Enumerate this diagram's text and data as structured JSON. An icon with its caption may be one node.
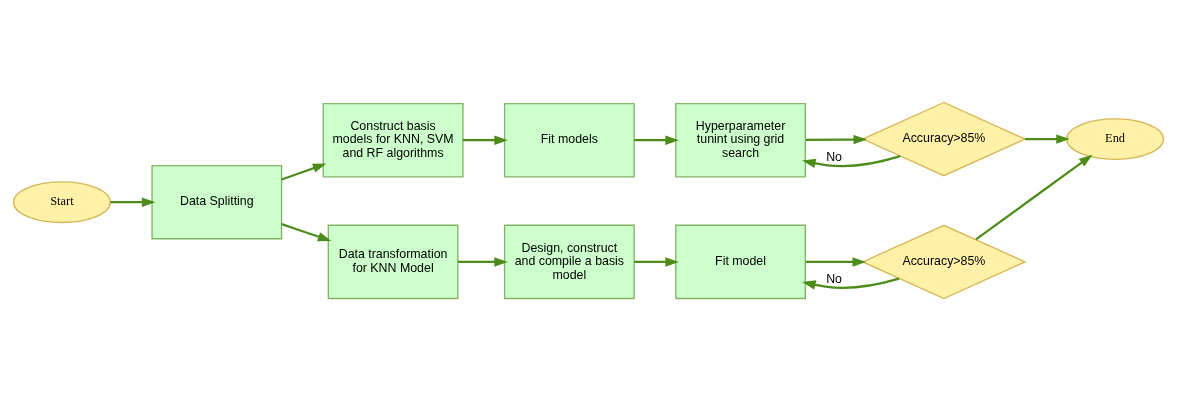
{
  "diagram": {
    "nodes": [
      {
        "text": [
          "Start"
        ]
      },
      {
        "text": [
          "Data Splitting"
        ]
      },
      {
        "text": [
          "Construct basis models for KNN, SVM and RF algorithms"
        ]
      },
      {
        "text": [
          "Fit models"
        ]
      },
      {
        "text": [
          "Hyperparameter tunint using grid search"
        ]
      },
      {
        "text": [
          "Accuracy>85%"
        ]
      },
      {
        "text": [
          "End"
        ]
      },
      {
        "text": [
          "Data transformation for KNN Model"
        ]
      },
      {
        "text": [
          "Design, construct and compile a basis model"
        ]
      },
      {
        "text": [
          "Fit model"
        ]
      },
      {
        "text": [
          "Accuracy>85%"
        ]
      }
    ],
    "edges": [
      {
        "from": 0,
        "to": 1,
        "arrow": "to"
      },
      {
        "from": 1,
        "to": 2,
        "arrow": "to"
      },
      {
        "from": 1,
        "to": 7,
        "arrow": "to"
      },
      {
        "from": 2,
        "to": 3,
        "arrow": "to"
      },
      {
        "from": 3,
        "to": 4,
        "arrow": "to"
      },
      {
        "from": 4,
        "to": 5,
        "arrow": "to"
      },
      {
        "from": 5,
        "to": 4,
        "arrow": "to",
        "label": "No"
      },
      {
        "from": 5,
        "to": 6,
        "arrow": "to"
      },
      {
        "from": 7,
        "to": 8,
        "arrow": "to"
      },
      {
        "from": 8,
        "to": 9,
        "arrow": "to"
      },
      {
        "from": 9,
        "to": 10,
        "arrow": "to"
      },
      {
        "from": 10,
        "to": 9,
        "arrow": "to",
        "label": "No"
      },
      {
        "from": 10,
        "to": 6,
        "arrow": "to"
      }
    ]
  }
}
